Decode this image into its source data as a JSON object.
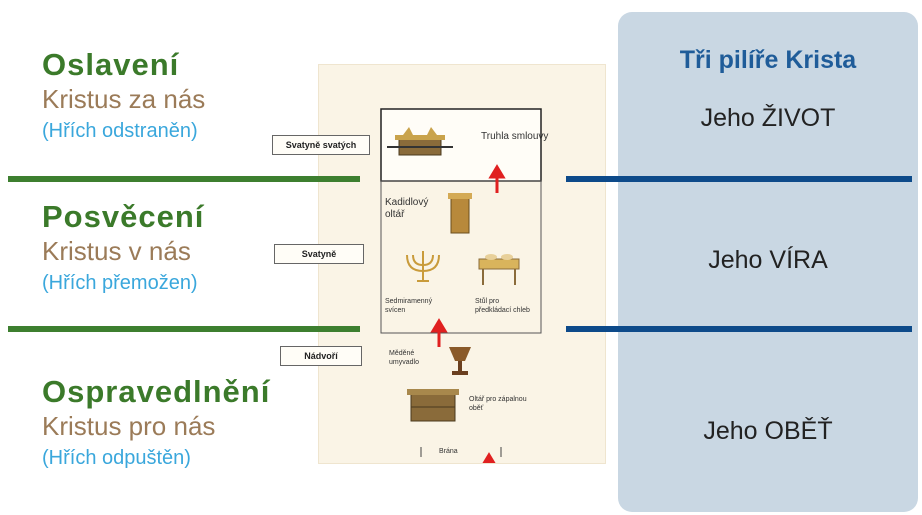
{
  "stages": [
    {
      "title": "Oslavení",
      "subtitle": "Kristus za nás",
      "note": "(Hřích odstraněn)"
    },
    {
      "title": "Posvěcení",
      "subtitle": "Kristus v nás",
      "note": "(Hřích přemožen)"
    },
    {
      "title": "Ospravedlnění",
      "subtitle": "Kristus pro nás",
      "note": "(Hřích odpuštěn)"
    }
  ],
  "panel": {
    "title": "Tři pilíře Krista",
    "pillars": [
      "Jeho ŽIVOT",
      "Jeho VÍRA",
      "Jeho OBĚŤ"
    ]
  },
  "tabernacle": {
    "zones": [
      "Svatyně svatých",
      "Svatyně",
      "Nádvoří"
    ],
    "items": {
      "ark": "Truhla smlouvy",
      "incense": "Kadidlový oltář",
      "menorah": "Sedmiramenný svícen",
      "table": "Stůl pro předkládací chleb",
      "laver": "Měděné umyvadlo",
      "altar": "Oltář pro zápalnou oběť",
      "gate": "Brána"
    }
  },
  "colors": {
    "green": "#3d7f2f",
    "blue": "#0d4a8a",
    "title_green": "#3b7a2a",
    "brown": "#9b7b58",
    "light_blue": "#3aa7dc",
    "panel": "#c9d7e3",
    "arrow": "#e02020"
  }
}
